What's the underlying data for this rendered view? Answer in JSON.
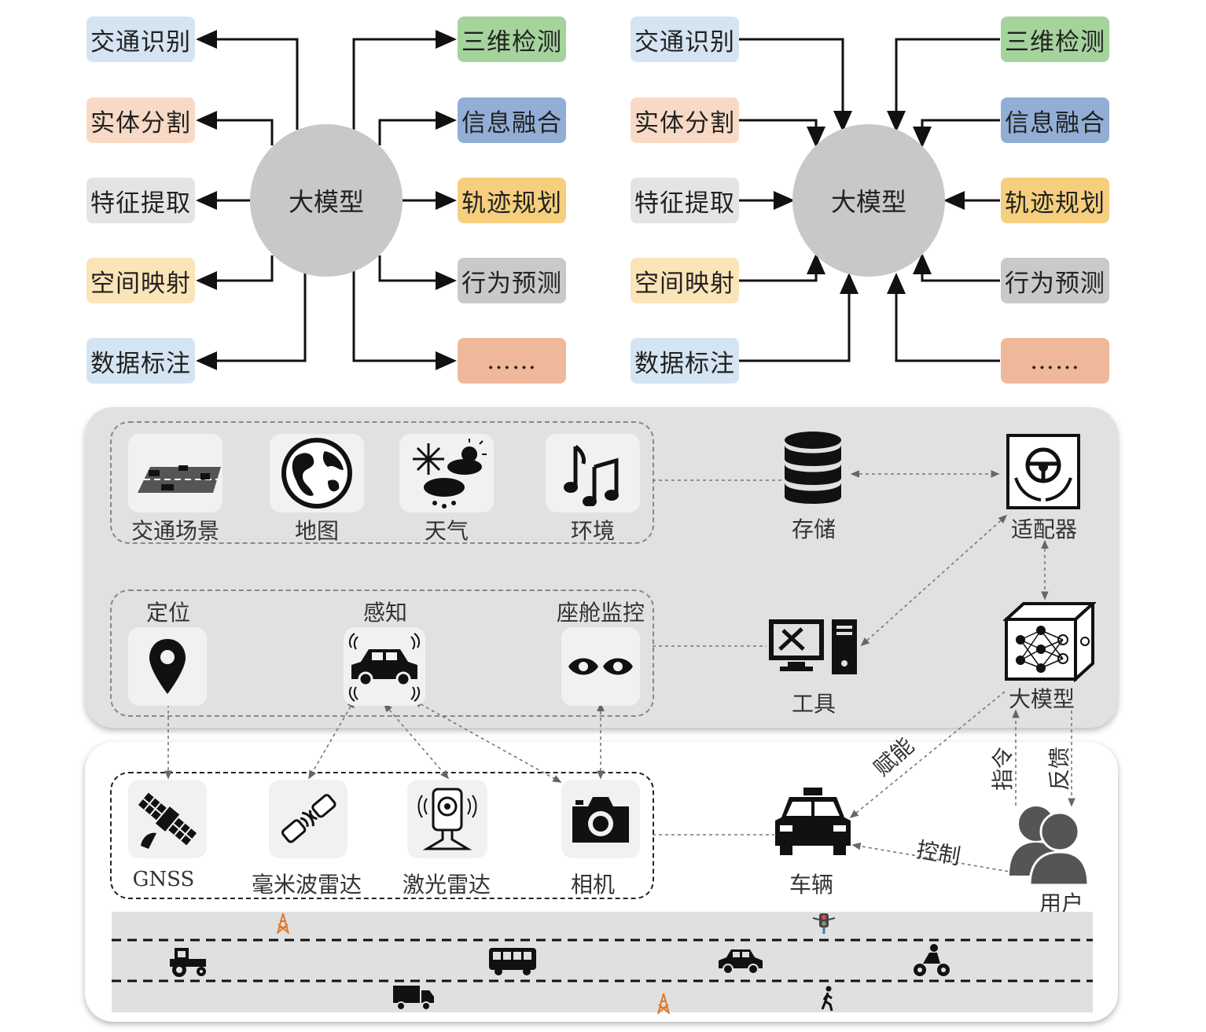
{
  "left_diagram": {
    "center": "大模型",
    "left_tags": [
      "交通识别",
      "实体分割",
      "特征提取",
      "空间映射",
      "数据标注"
    ],
    "right_tags": [
      "三维检测",
      "信息融合",
      "轨迹规划",
      "行为预测",
      "……"
    ]
  },
  "right_diagram": {
    "center": "大模型",
    "left_tags": [
      "交通识别",
      "实体分割",
      "特征提取",
      "空间映射",
      "数据标注"
    ],
    "right_tags": [
      "三维检测",
      "信息融合",
      "轨迹规划",
      "行为预测",
      "……"
    ]
  },
  "colors": {
    "blue_light": "#d5e4f2",
    "salmon_light": "#f8d9c6",
    "gray_light": "#e4e4e4",
    "yellow_light": "#fbe4b8",
    "green": "#a5d39c",
    "blue": "#92aed7",
    "yellow": "#f5cf7d",
    "gray": "#c9c9c9",
    "salmon": "#f0b89a"
  },
  "platform": {
    "data_items": [
      {
        "label": "交通场景",
        "icon": "traffic-scene-icon"
      },
      {
        "label": "地图",
        "icon": "globe-icon"
      },
      {
        "label": "天气",
        "icon": "weather-icon"
      },
      {
        "label": "环境",
        "icon": "music-note-icon"
      }
    ],
    "function_items": [
      {
        "label": "定位",
        "icon": "location-pin-icon"
      },
      {
        "label": "感知",
        "icon": "car-sensing-icon"
      },
      {
        "label": "座舱监控",
        "icon": "eyes-icon"
      }
    ],
    "storage": "存储",
    "adapter": "适配器",
    "tools": "工具",
    "model": "大模型"
  },
  "vehicle": {
    "sensors": [
      {
        "label": "GNSS",
        "icon": "satellite-icon"
      },
      {
        "label": "毫米波雷达",
        "icon": "radar-icon"
      },
      {
        "label": "激光雷达",
        "icon": "lidar-icon"
      },
      {
        "label": "相机",
        "icon": "camera-icon"
      }
    ],
    "vehicle": "车辆",
    "user": "用户",
    "edge_labels": {
      "empower": "赋能",
      "command": "指令",
      "feedback": "反馈",
      "control": "控制"
    }
  },
  "road_icons": [
    "tractor-icon",
    "bus-icon",
    "car-icon",
    "motorcycle-icon",
    "truck-icon",
    "pedestrian-icon",
    "tower-icon",
    "traffic-light-icon"
  ]
}
